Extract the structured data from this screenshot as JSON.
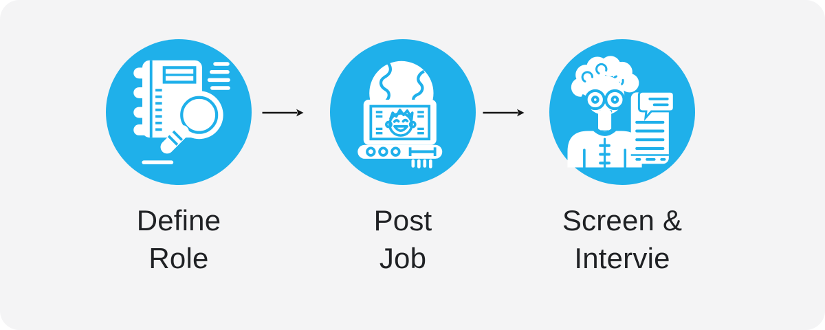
{
  "colors": {
    "accent": "#1FB0EA",
    "card_background": "#F4F4F5",
    "page_background": "#FFFFFF",
    "label_text": "#1F2124",
    "arrow": "#141414",
    "icon_foreground": "#FFFFFF"
  },
  "steps": [
    {
      "id": "define-role",
      "label_lines": [
        "Define",
        "Role"
      ],
      "icon": "notebook-magnifier-icon"
    },
    {
      "id": "post-job",
      "label_lines": [
        "Post",
        "Job"
      ],
      "icon": "laptop-globe-candidate-icon"
    },
    {
      "id": "screen-interview",
      "label_lines": [
        "Screen &",
        "Intervie"
      ],
      "icon": "interviewer-chat-document-icon"
    }
  ],
  "connectors": [
    {
      "icon": "arrow-right-icon"
    },
    {
      "icon": "arrow-right-icon"
    }
  ]
}
